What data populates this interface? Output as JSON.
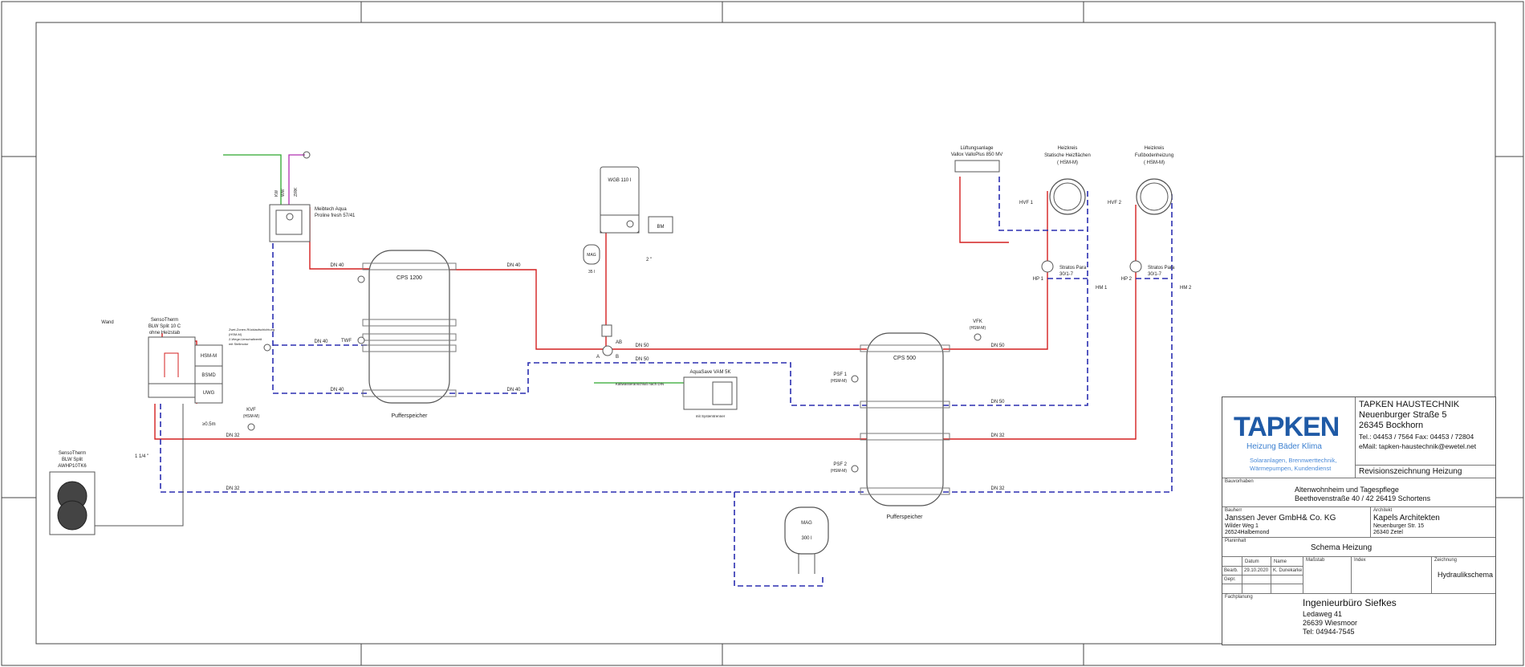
{
  "colors": {
    "supply": "#d42020",
    "return": "#2b2fb0",
    "cold": "#2ca82c",
    "hot": "#b030b0",
    "line": "#555555"
  },
  "labels": {
    "wall": "Wand",
    "hp_indoor": [
      "SensoTherm",
      "BLW Split 10 C",
      "ohne Heizstab"
    ],
    "hp_indoor_modules": [
      "HSM-M",
      "BSMD",
      "UWG"
    ],
    "hp_outdoor": [
      "SensoTherm",
      "BLW Split",
      "AWHP10TK6"
    ],
    "fresh_station": [
      "Meibtech Aqua",
      "Proline fresh 57/41"
    ],
    "fresh_station_ports": [
      "KW",
      "WW",
      "ZIRK"
    ],
    "buffer1": "CPS 1200",
    "buffer1_caption": "Pufferspeicher",
    "buffer2": "CPS 500",
    "buffer2_caption": "Pufferspeicher",
    "boiler": "WGB 110 I",
    "mag_small": "MAG",
    "mag_small_size": "35 l",
    "bm": "BM",
    "valve_size": "2 \"",
    "twf": "TWF",
    "kvf": [
      "KVF",
      "(HSM-M)"
    ],
    "vfk": [
      "VFK",
      "(HSM-M)"
    ],
    "psf1": [
      "PSF 1",
      "(HSM-M)"
    ],
    "psf2": [
      "PSF 2",
      "(HSM-M)"
    ],
    "zone_note": [
      "Zwei-Zonen-Rücklaufschichtung",
      "(HSM-M)",
      "2-Wege-Umschaltventil",
      "mit Stellmotor"
    ],
    "dn40": "DN 40",
    "dn50": "DN 50",
    "dn32": "DN 32",
    "valve_ports": [
      "A",
      "B",
      "AB"
    ],
    "aquasave": "AquaSave VAM 5K",
    "aquasave_note": "mit Systemtrenner",
    "cold_note": "Kaltwasseranschluß nach DIN",
    "dim_05": "≥0.5m",
    "size_114": "1 1/4 \"",
    "ventilation": [
      "Lüftungsanlage",
      "Vallox ValloPlus 850 MV"
    ],
    "hk1": [
      "Heizkreis",
      "Statische Heizflächen",
      "( HSM-M)"
    ],
    "hk2": [
      "Heizkreis",
      "Fußbodenheizung",
      "( HSM-M)"
    ],
    "hvf1": "HVF 1",
    "hvf2": "HVF 2",
    "hp1": "HP 1",
    "hp2": "HP 2",
    "hm1": "HM 1",
    "hm2": "HM 2",
    "pump": [
      "Stratos Para",
      "30/1-7"
    ],
    "mag_large": "MAG",
    "mag_large_size": "300 l"
  },
  "titleblock": {
    "company_logo": "TAPKEN",
    "company_slogan": "Heizung Bäder Klima",
    "company_services": "Solaranlagen, Brennwerttechnik, Wärmepumpen, Kundendienst",
    "company": [
      "TAPKEN HAUSTECHNIK",
      "Neuenburger Straße 5",
      "26345 Bockhorn"
    ],
    "contact": [
      "Tel.: 04453 / 7564  Fax: 04453 / 72804",
      "eMail: tapken-haustechnik@ewetel.net"
    ],
    "drawing_title": "Revisionszeichnung Heizung",
    "bauvorhaben_label": "Bauvorhaben",
    "bauvorhaben": [
      "Altenwohnheim und Tagespflege",
      "Beethovenstraße 40 / 42  26419 Schortens"
    ],
    "bauherr_label": "Bauherr",
    "bauherr": [
      "Janssen Jever GmbH& Co. KG",
      "Wilder Weg 1",
      "26524Halbemond"
    ],
    "architekt_label": "Architekt",
    "architekt": [
      "Kapels Architekten",
      "Neuenburger Str. 15",
      "26340 Zetel"
    ],
    "planinhalt_label": "Planinhalt",
    "planinhalt": "Schema Heizung",
    "col_datum": "Datum",
    "col_name": "Name",
    "massstab_label": "Maßstab",
    "index_label": "Index",
    "zeichnung_label": "Zeichnung",
    "zeichnung": "Hydraulikschema",
    "bearb_label": "Bearb.",
    "bearb_date": "29.10.2020",
    "bearb_name": "K. Dunekarke",
    "gepr_label": "Gepr.",
    "fachplanung_label": "Fachplanung",
    "fachplanung": [
      "Ingenieurbüro Siefkes",
      "Ledaweg 41",
      "26639 Wiesmoor",
      "Tel: 04944-7545"
    ]
  }
}
